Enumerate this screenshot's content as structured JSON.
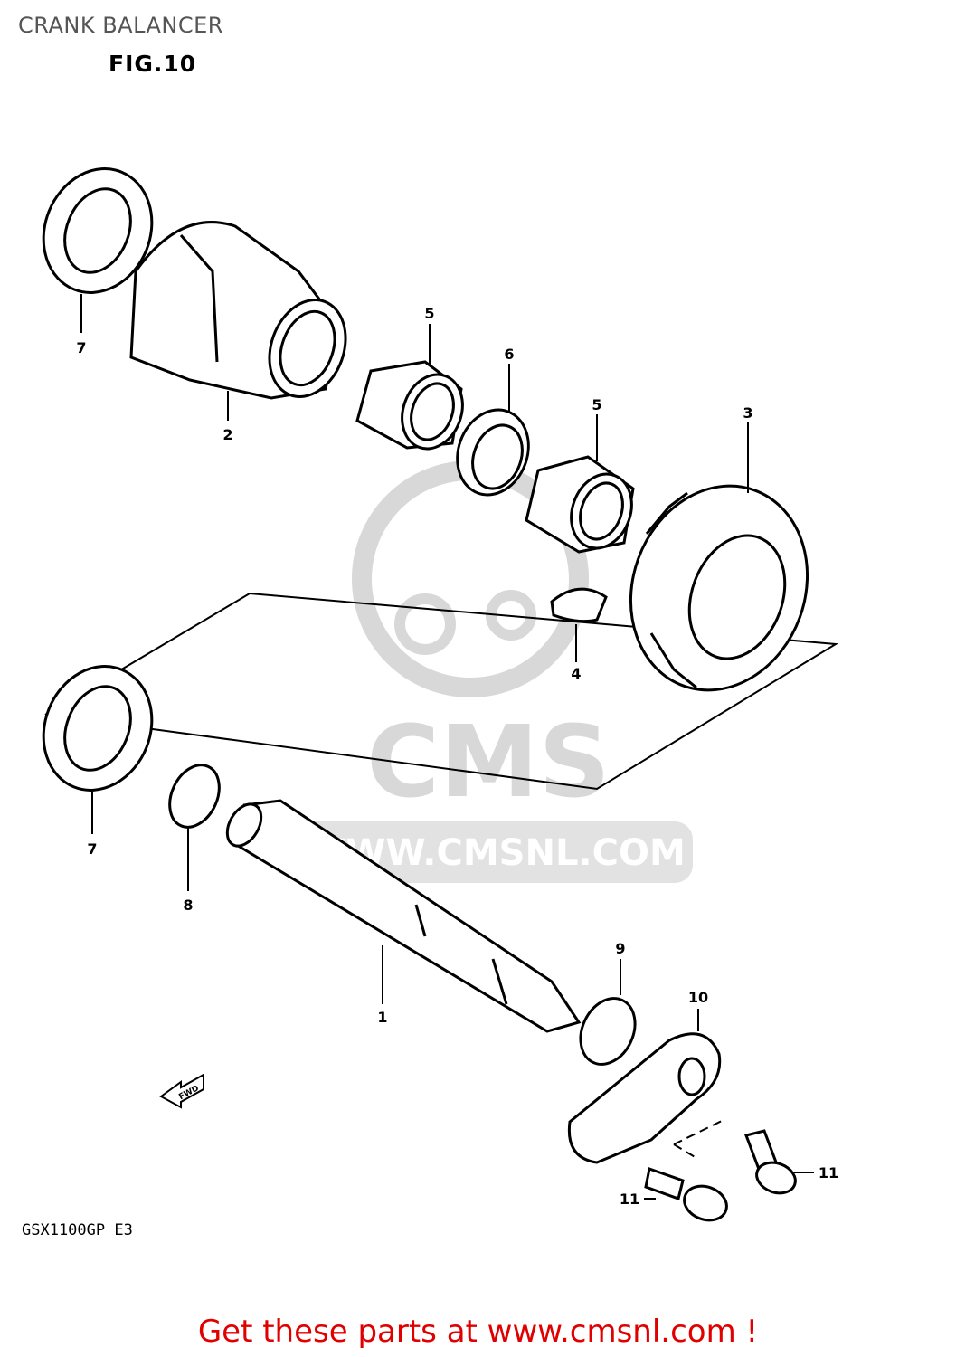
{
  "header": {
    "title": "CRANK BALANCER",
    "figure": "FIG.10"
  },
  "watermark": {
    "brand": "CMS",
    "url": "WWW.CMSNL.COM",
    "color": "#d8d8d8"
  },
  "callouts": {
    "c1": "1",
    "c2": "2",
    "c3": "3",
    "c4": "4",
    "c5a": "5",
    "c5b": "5",
    "c6": "6",
    "c7a": "7",
    "c7b": "7",
    "c8": "8",
    "c9": "9",
    "c10": "10",
    "c11a": "11",
    "c11b": "11"
  },
  "fwd_label": "FWD",
  "model_code": "GSX1100GP  E3",
  "footer": {
    "text": "Get these parts at www.cmsnl.com !",
    "color": "#e00000"
  }
}
